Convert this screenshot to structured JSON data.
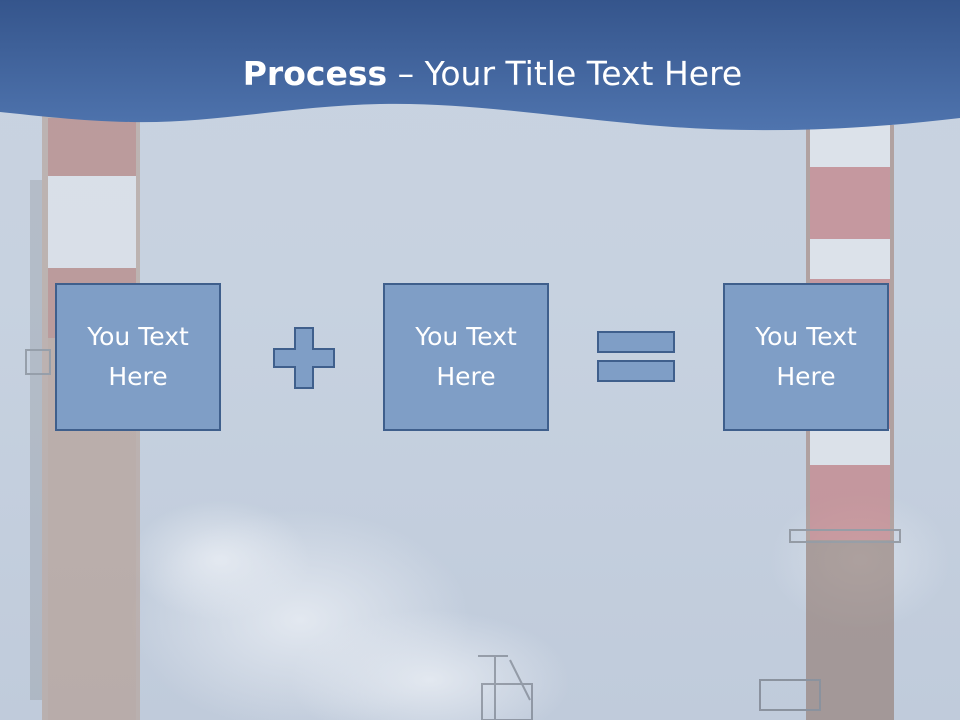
{
  "title": {
    "bold": "Process",
    "rest": " – Your Title Text Here"
  },
  "boxes": [
    {
      "label": "You Text Here"
    },
    {
      "label": "You Text Here"
    },
    {
      "label": "You Text Here"
    }
  ],
  "colors": {
    "banner": "#3f63a0",
    "box_fill": "#7f9ec6",
    "box_border": "#3f5f8c",
    "sky": "#c7d2e0"
  },
  "icons": [
    "plus-icon",
    "equals-icon"
  ]
}
